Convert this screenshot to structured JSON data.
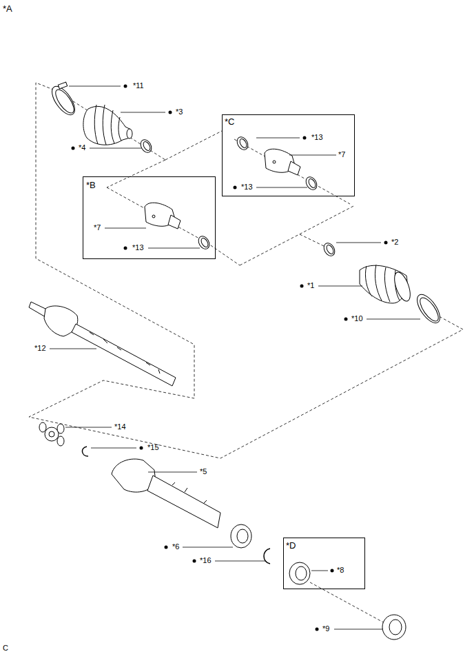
{
  "diagram": {
    "nodes": [
      {
        "text": [
          "*C",
          "*13",
          "*7",
          "*13"
        ]
      },
      {
        "text": [
          "*B",
          "*7",
          "*13"
        ]
      },
      {
        "text": [
          "*D",
          "*8"
        ]
      }
    ],
    "labels": [
      "*A",
      "*11",
      "*3",
      "*4",
      "*12",
      "*2",
      "*1",
      "*10",
      "*14",
      "*15",
      "*5",
      "*6",
      "*16",
      "*9",
      "C"
    ]
  }
}
